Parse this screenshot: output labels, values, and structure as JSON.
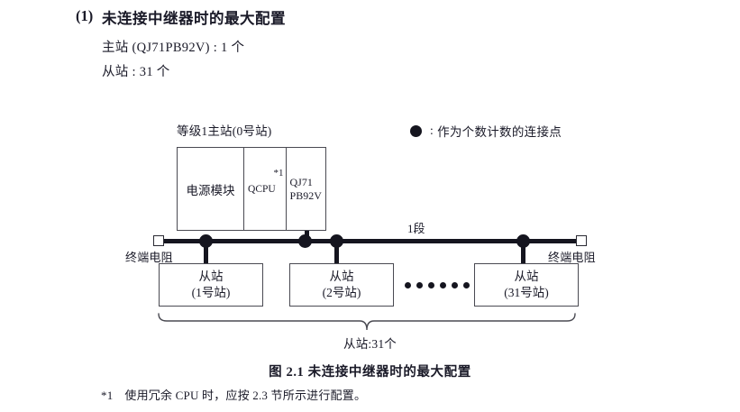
{
  "heading": {
    "number": "(1)",
    "title": "未连接中继器时的最大配置",
    "line2": "主站 (QJ71PB92V) : 1 个",
    "line3": "从站 : 31 个"
  },
  "legend": {
    "icon": "filled-circle-icon",
    "colon": ":",
    "text": "作为个数计数的连接点"
  },
  "diagram": {
    "master_label": "等级1主站(0号站)",
    "rack": {
      "power_module": "电源模块",
      "cpu_module": "QCPU",
      "cpu_footnote": "*1",
      "network_module_line1": "QJ71",
      "network_module_line2": "PB92V"
    },
    "segment_label": "1段",
    "terminator_left": "终端电阻",
    "terminator_right": "终端电阻",
    "slaves": [
      {
        "title": "从站",
        "station": "(1号站)"
      },
      {
        "title": "从站",
        "station": "(2号站)"
      },
      {
        "title": "从站",
        "station": "(31号站)"
      }
    ],
    "ellipsis_dots": 6,
    "brace_label": "从站:31个"
  },
  "caption": "图 2.1  未连接中继器时的最大配置",
  "footnote": {
    "marker": "*1",
    "text": "使用冗余 CPU 时，应按 2.3 节所示进行配置。"
  },
  "colors": {
    "ink": "#1a1a28",
    "line": "#4a4a52",
    "bus": "#15151f"
  }
}
